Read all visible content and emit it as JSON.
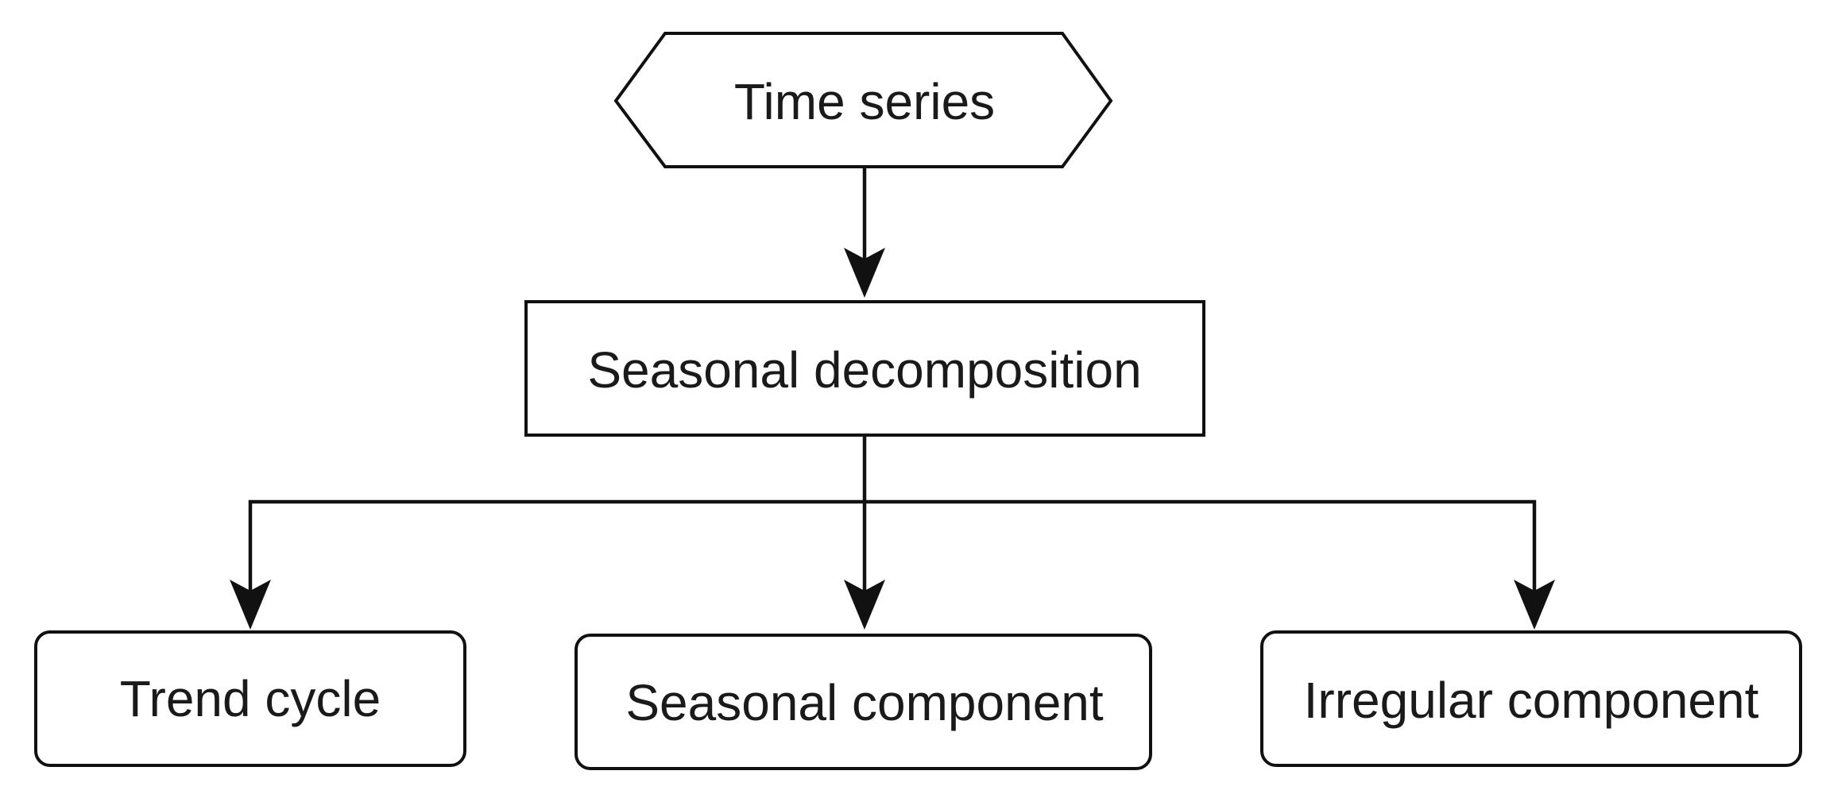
{
  "diagram": {
    "nodes": {
      "time_series": "Time series",
      "seasonal_decomposition": "Seasonal decomposition",
      "trend_cycle": "Trend cycle",
      "seasonal_component": "Seasonal component",
      "irregular_component": "Irregular component"
    },
    "edges": [
      {
        "from": "time_series",
        "to": "seasonal_decomposition"
      },
      {
        "from": "seasonal_decomposition",
        "to": "trend_cycle"
      },
      {
        "from": "seasonal_decomposition",
        "to": "seasonal_component"
      },
      {
        "from": "seasonal_decomposition",
        "to": "irregular_component"
      }
    ]
  }
}
